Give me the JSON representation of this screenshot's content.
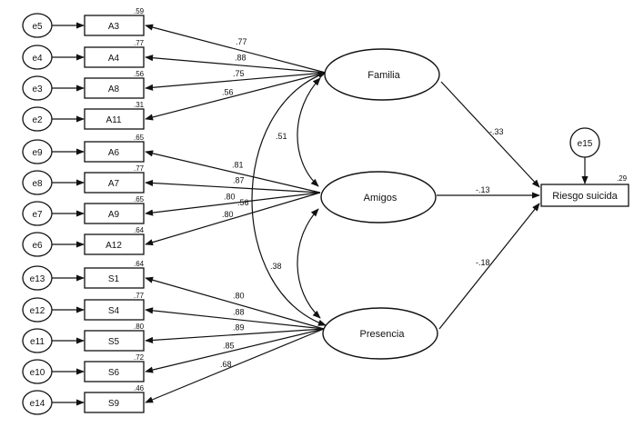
{
  "errors": [
    "e5",
    "e4",
    "e3",
    "e2",
    "e9",
    "e8",
    "e7",
    "e6",
    "e13",
    "e12",
    "e11",
    "e10",
    "e14"
  ],
  "indicators": [
    {
      "name": "A3",
      "r2": ".59"
    },
    {
      "name": "A4",
      "r2": ".77"
    },
    {
      "name": "A8",
      "r2": ".56"
    },
    {
      "name": "A11",
      "r2": ".31"
    },
    {
      "name": "A6",
      "r2": ".65"
    },
    {
      "name": "A7",
      "r2": ".77"
    },
    {
      "name": "A9",
      "r2": ".65"
    },
    {
      "name": "A12",
      "r2": ".64"
    },
    {
      "name": "S1",
      "r2": ".64"
    },
    {
      "name": "S4",
      "r2": ".77"
    },
    {
      "name": "S5",
      "r2": ".80"
    },
    {
      "name": "S6",
      "r2": ".72"
    },
    {
      "name": "S9",
      "r2": ".46"
    }
  ],
  "latents": {
    "familia": "Familia",
    "amigos": "Amigos",
    "presencia": "Presencia"
  },
  "loadings": {
    "familia": [
      ".77",
      ".88",
      ".75",
      ".56"
    ],
    "amigos": [
      ".81",
      ".87",
      ".80",
      ".80"
    ],
    "presencia": [
      ".80",
      ".88",
      ".89",
      ".85",
      ".68"
    ]
  },
  "correlations": {
    "familia_amigos": ".51",
    "amigos_presencia": ".56",
    "familia_presencia": ".38"
  },
  "outcome": {
    "name": "Riesgo suicida",
    "r2": ".29",
    "error": "e15"
  },
  "paths": {
    "familia": "-.33",
    "amigos": "-.13",
    "presencia": "-.18"
  }
}
